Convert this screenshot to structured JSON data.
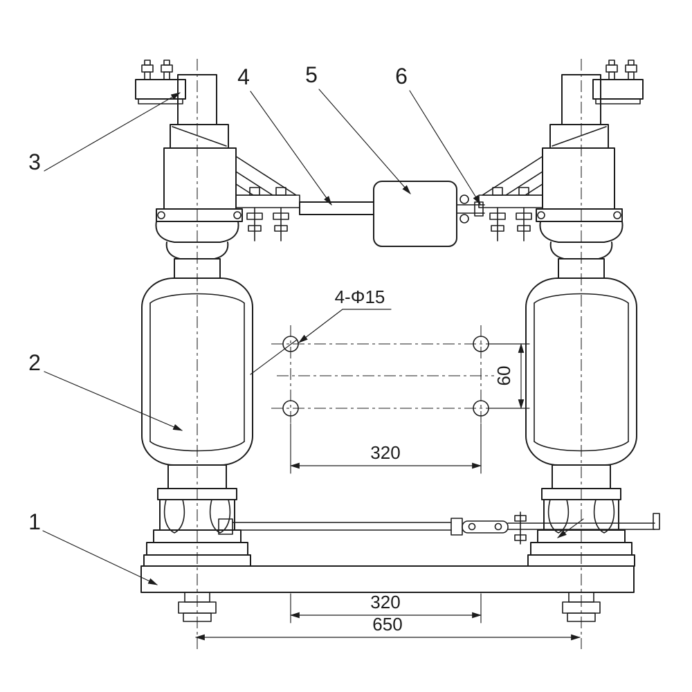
{
  "page": {
    "background": "#ffffff",
    "ink": "#1c1c1c"
  },
  "callouts": [
    {
      "label": "1"
    },
    {
      "label": "2"
    },
    {
      "label": "3"
    },
    {
      "label": "4"
    },
    {
      "label": "5"
    },
    {
      "label": "6"
    }
  ],
  "dimensions": {
    "mounting_holes": "4-Φ15",
    "hole_row_spacing": "60",
    "hole_column_spacing": "320",
    "base_hole_spacing": "320",
    "pole_center_distance": "650"
  }
}
